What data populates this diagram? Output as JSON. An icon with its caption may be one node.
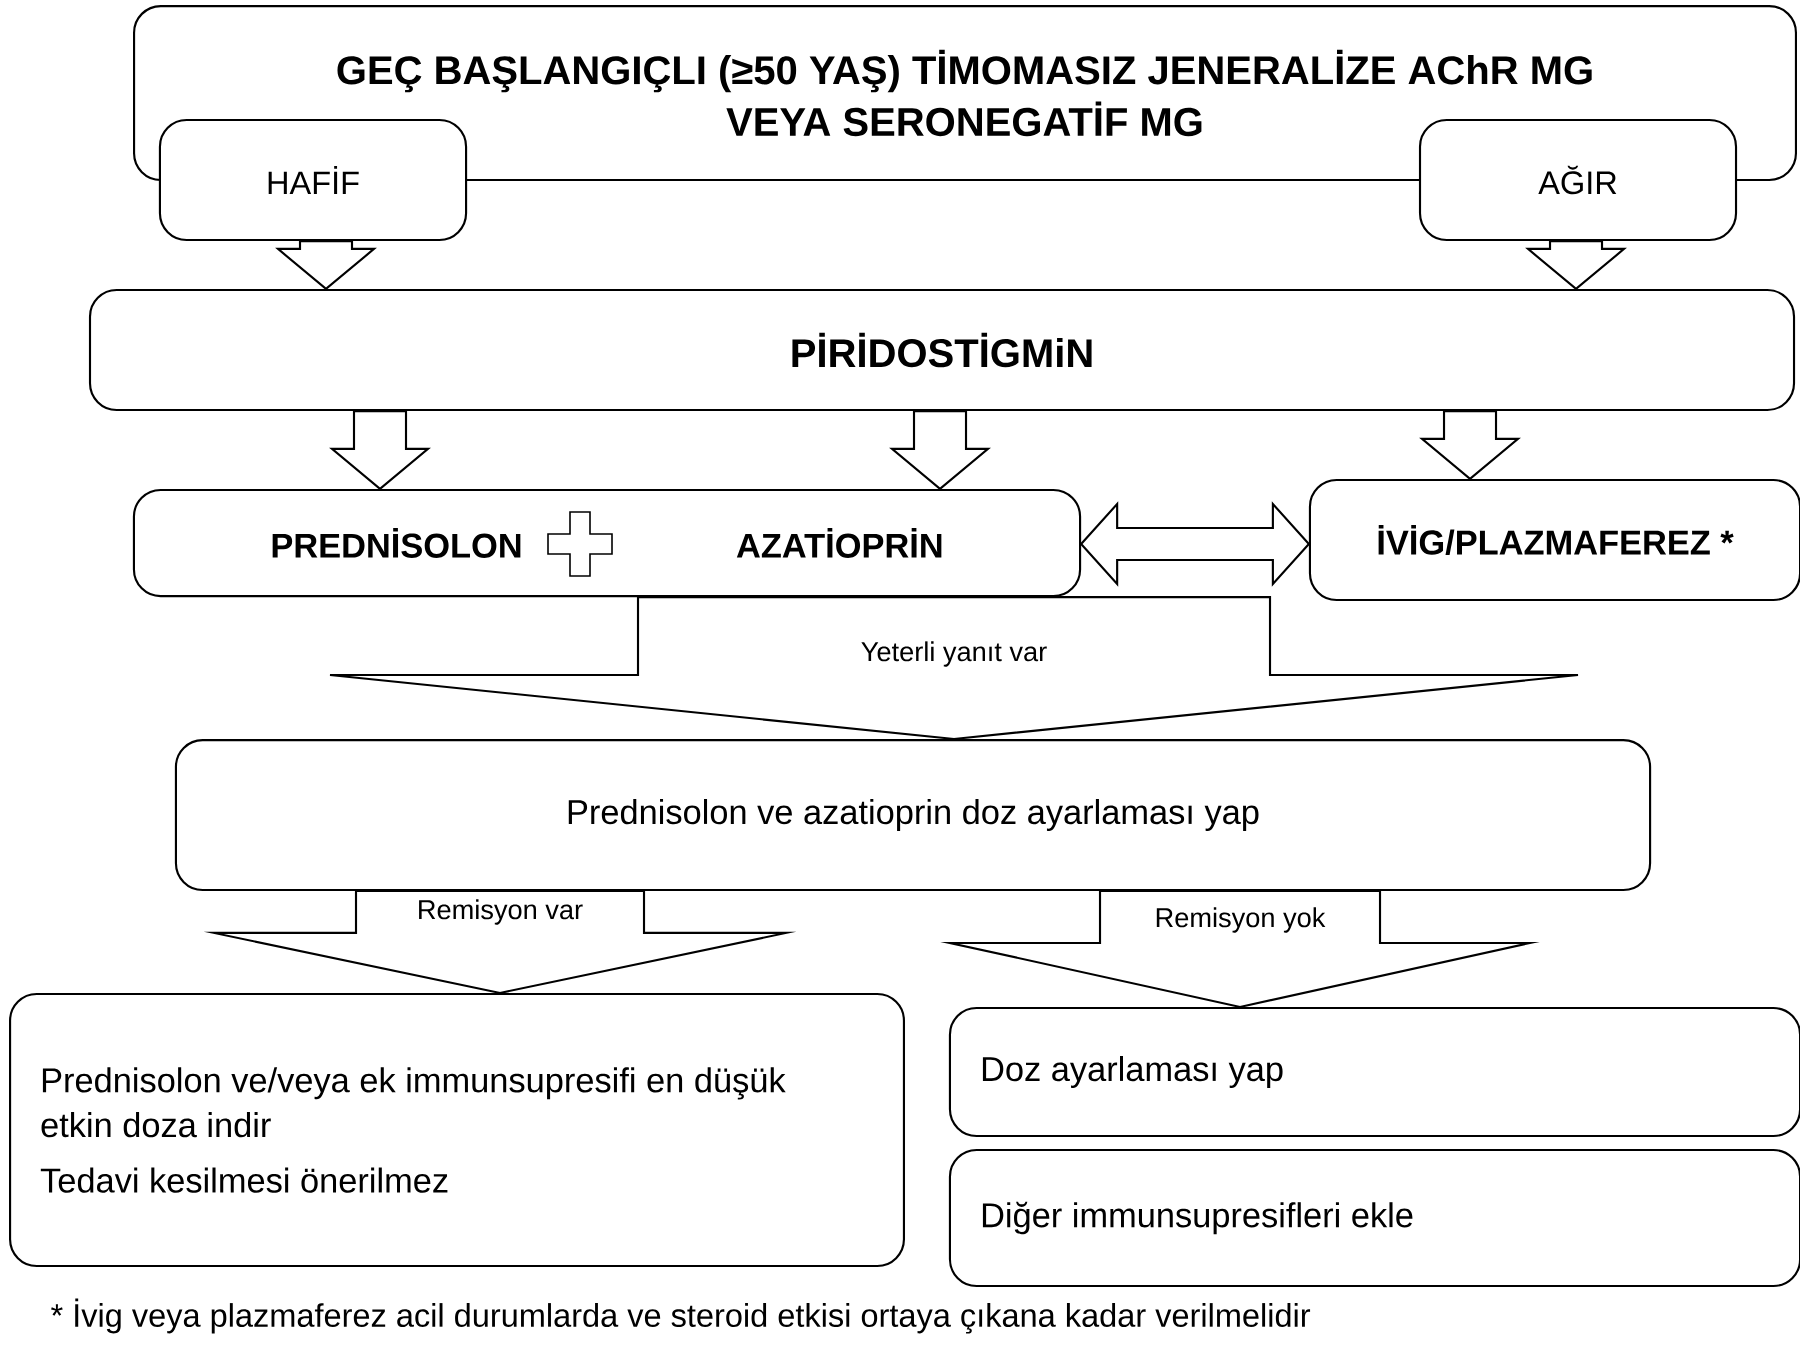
{
  "diagram": {
    "nodes": [
      {
        "text": [
          "GEÇ BAŞLANGIÇLI (≥50 YAŞ) TİMOMASIZ JENERALİZE AChR MG VEYA SERONEGATİF MG"
        ]
      },
      {
        "text": [
          "HAFİF"
        ]
      },
      {
        "text": [
          "AĞIR"
        ]
      },
      {
        "text": [
          "PİRİDOSTİGMiN"
        ]
      },
      {
        "text": [
          "PREDNİSOLON",
          "AZATİOPRİN"
        ]
      },
      {
        "text": [
          "İVİG/PLAZMAFEREZ *"
        ]
      },
      {
        "text": [
          "Prednisolon ve azatioprin doz ayarlaması yap"
        ]
      },
      {
        "text": [
          "Prednisolon ve/veya ek immunsupresifi en düşük etkin doza indir",
          "Tedavi kesilmesi önerilmez"
        ]
      },
      {
        "text": [
          "Doz ayarlaması yap"
        ]
      },
      {
        "text": [
          "Diğer immunsupresifleri ekle"
        ]
      }
    ],
    "edges": [
      {
        "from": 1,
        "to": 3,
        "arrow": "to"
      },
      {
        "from": 2,
        "to": 3,
        "arrow": "to"
      },
      {
        "from": 3,
        "to": 4,
        "arrow": "to"
      },
      {
        "from": 3,
        "to": 4,
        "arrow": "to"
      },
      {
        "from": 3,
        "to": 5,
        "arrow": "to"
      },
      {
        "from": 4,
        "to": 5,
        "arrow": "both"
      },
      {
        "from": 4,
        "to": 6,
        "arrow": "to",
        "label": "Yeterli yanıt var"
      },
      {
        "from": 6,
        "to": 7,
        "arrow": "to",
        "label": "Remisyon var"
      },
      {
        "from": 6,
        "to": 8,
        "arrow": "to",
        "label": "Remisyon yok"
      }
    ],
    "labels": [
      "* İvig veya plazmaferez acil durumlarda ve steroid etkisi ortaya çıkana kadar verilmelidir"
    ]
  }
}
